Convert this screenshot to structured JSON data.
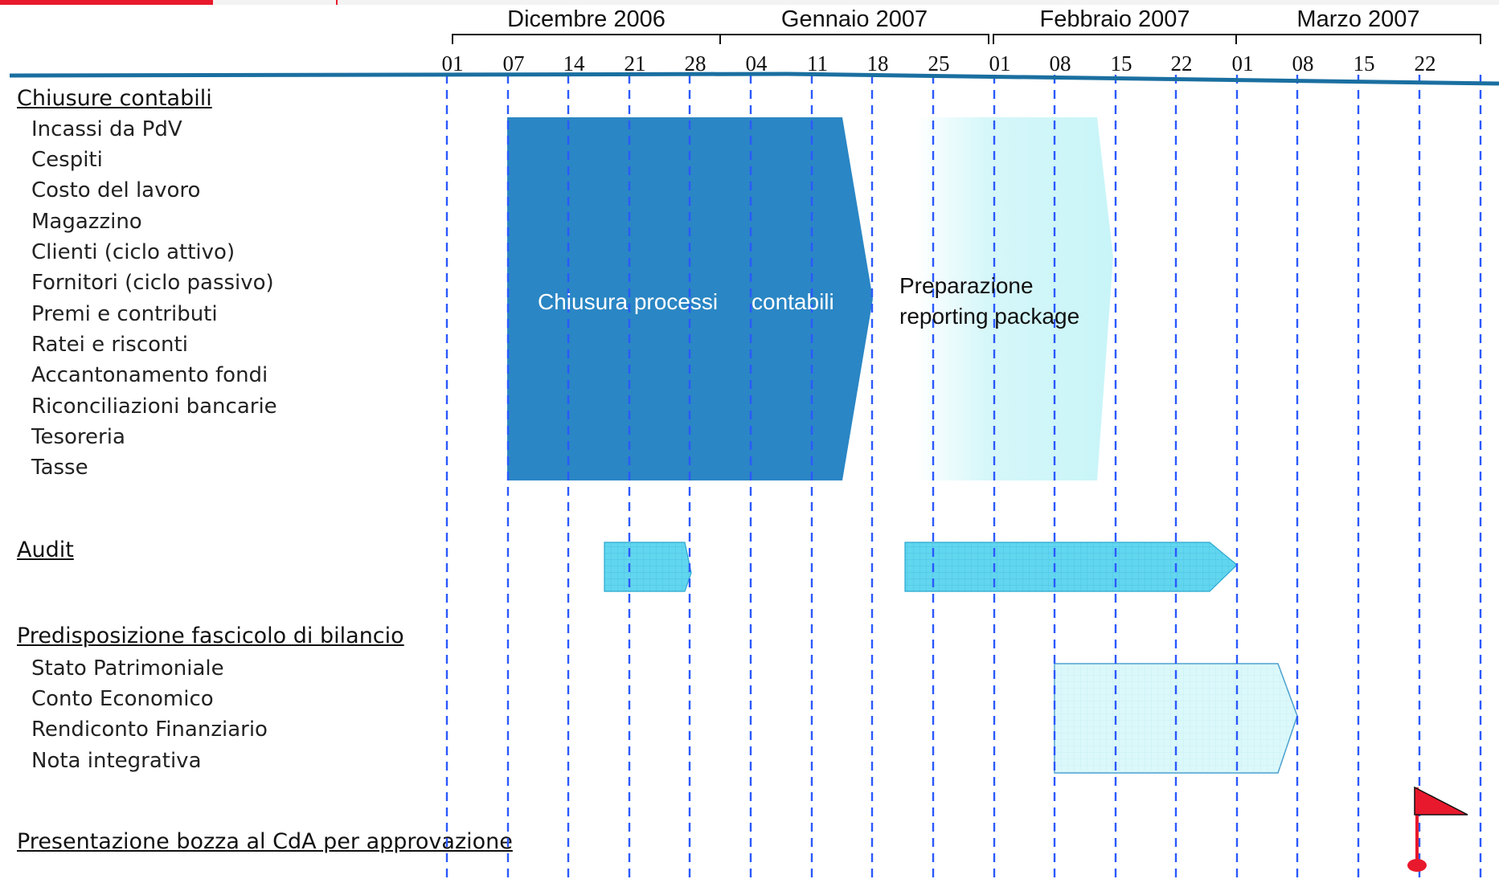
{
  "timeline": {
    "months": [
      "Dicembre 2006",
      "Gennaio 2007",
      "Febbraio 2007",
      "Marzo 2007"
    ],
    "weeks": [
      "01",
      "07",
      "14",
      "21",
      "28",
      "04",
      "11",
      "18",
      "25",
      "01",
      "08",
      "15",
      "22",
      "01",
      "08",
      "15",
      "22"
    ]
  },
  "sections": {
    "chiusure": {
      "title": "Chiusure contabili",
      "items": [
        "Incassi da PdV",
        "Cespiti",
        "Costo del lavoro",
        "Magazzino",
        "Clienti (ciclo attivo)",
        "Fornitori (ciclo passivo)",
        "Premi e contributi",
        "Ratei e risconti",
        "Accantonamento fondi",
        "Riconciliazioni bancarie",
        "Tesoreria",
        "Tasse"
      ]
    },
    "audit": {
      "title": "Audit"
    },
    "fascicolo": {
      "title": "Predisposizione fascicolo di bilancio",
      "items": [
        "Stato Patrimoniale",
        "Conto Economico",
        "Rendiconto Finanziario",
        "Nota integrativa"
      ]
    },
    "presentazione": {
      "title": "Presentazione bozza al CdA per approvazione"
    }
  },
  "bars": {
    "chiusura": {
      "label_a": "Chiusura processi",
      "label_b": "contabili"
    },
    "preparazione": {
      "line1": "Preparazione",
      "line2": "reporting package"
    }
  },
  "colors": {
    "accent": "#e8192c",
    "axis": "#1a6fa0",
    "gridline": "#2b59ff",
    "chiusura_bar": "#2a86c4",
    "preparazione_bar": "#c8f5f8",
    "audit_bar": "#62d6ef",
    "fascicolo_bar": "#dbf8fa",
    "milestone_flag": "#e8192c"
  },
  "icons": {
    "milestone": "flag-icon"
  }
}
